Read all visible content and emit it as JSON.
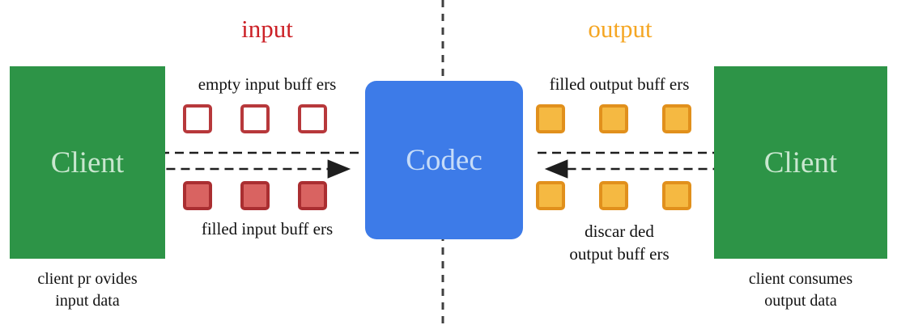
{
  "diagram": {
    "input_label": "input",
    "output_label": "output",
    "codec": {
      "title": "Codec"
    },
    "client_left": {
      "title": "Client",
      "caption_line1": "client pr ovides",
      "caption_line2": "input data"
    },
    "client_right": {
      "title": "Client",
      "caption_line1": "client consumes",
      "caption_line2": "output data"
    },
    "input_section": {
      "empty_buffers_label": "empty input buff ers",
      "filled_buffers_label": "filled input buff ers",
      "buffer_count": 3
    },
    "output_section": {
      "filled_buffers_label": "filled output buff ers",
      "discarded_label_line1": "discar ded",
      "discarded_label_line2": "output buff ers",
      "buffer_count": 3
    },
    "colors": {
      "client_green": "#2d9447",
      "client_text": "#c9e7cf",
      "codec_blue": "#3d7be8",
      "codec_text": "#c6dcf8",
      "input_red": "#cc2127",
      "output_orange": "#f5a623",
      "empty_buffer_border": "#b7383b",
      "filled_buffer_fill": "#d96361",
      "filled_buffer_border": "#aa2e31",
      "output_buffer_fill": "#f5b942",
      "output_buffer_border": "#e1901c",
      "line_color": "#1e1e1e",
      "divider_color": "#3f3f3f"
    }
  }
}
